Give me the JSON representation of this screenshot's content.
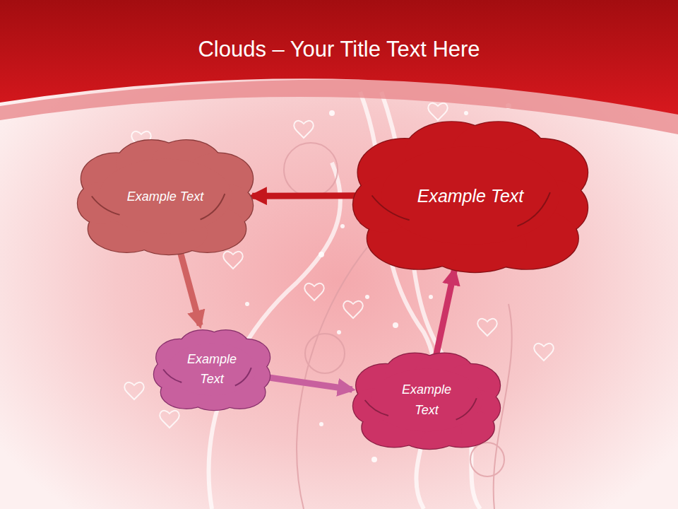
{
  "diagram": {
    "title": "Clouds – Your Title Text Here",
    "nodes": [
      {
        "text": [
          "Example Text"
        ]
      },
      {
        "text": [
          "Example Text"
        ]
      },
      {
        "text": [
          "Example Text"
        ]
      },
      {
        "text": [
          "Example Text"
        ]
      }
    ],
    "edges": [
      {
        "from": 1,
        "to": 0,
        "arrow": "to"
      },
      {
        "from": 0,
        "to": 2,
        "arrow": "to"
      },
      {
        "from": 2,
        "to": 3,
        "arrow": "to"
      },
      {
        "from": 3,
        "to": 1,
        "arrow": "to"
      }
    ]
  }
}
